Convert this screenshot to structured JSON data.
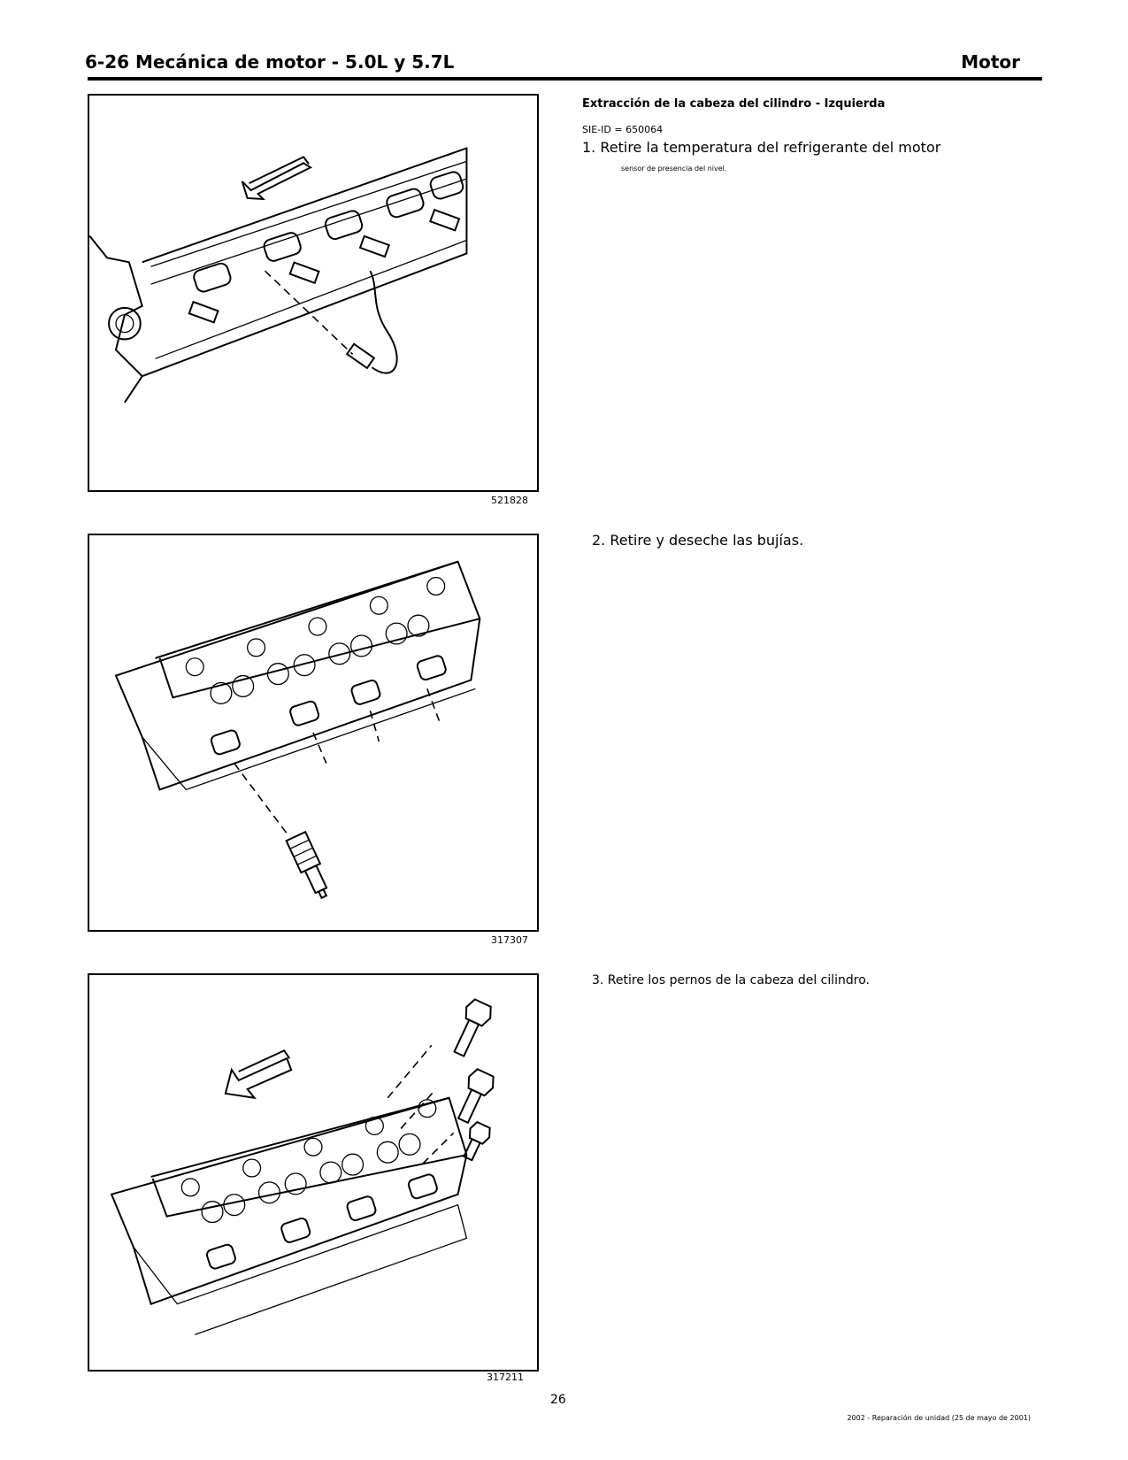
{
  "header": {
    "title": "6-26 Mecánica de motor - 5.0L y 5.7L",
    "section": "Motor"
  },
  "section": {
    "title": "Extracción de la cabeza del cilindro - Izquierda",
    "sie_id": "SIE-ID = 650064"
  },
  "steps": [
    {
      "text": "1. Retire la temperatura del refrigerante del motor",
      "subtext": "sensor de presencia del nivel."
    },
    {
      "text": "2. Retire y deseche las bujías."
    },
    {
      "text": "3. Retire los pernos de la cabeza del cilindro."
    }
  ],
  "figures": [
    {
      "id": "521828",
      "icon": "coolant-sensor-illustration"
    },
    {
      "id": "317307",
      "icon": "spark-plug-illustration"
    },
    {
      "id": "317211",
      "icon": "head-bolts-illustration"
    }
  ],
  "footer": {
    "page_number": "26",
    "note": "2002 - Reparación de unidad (25 de mayo de 2001)"
  }
}
